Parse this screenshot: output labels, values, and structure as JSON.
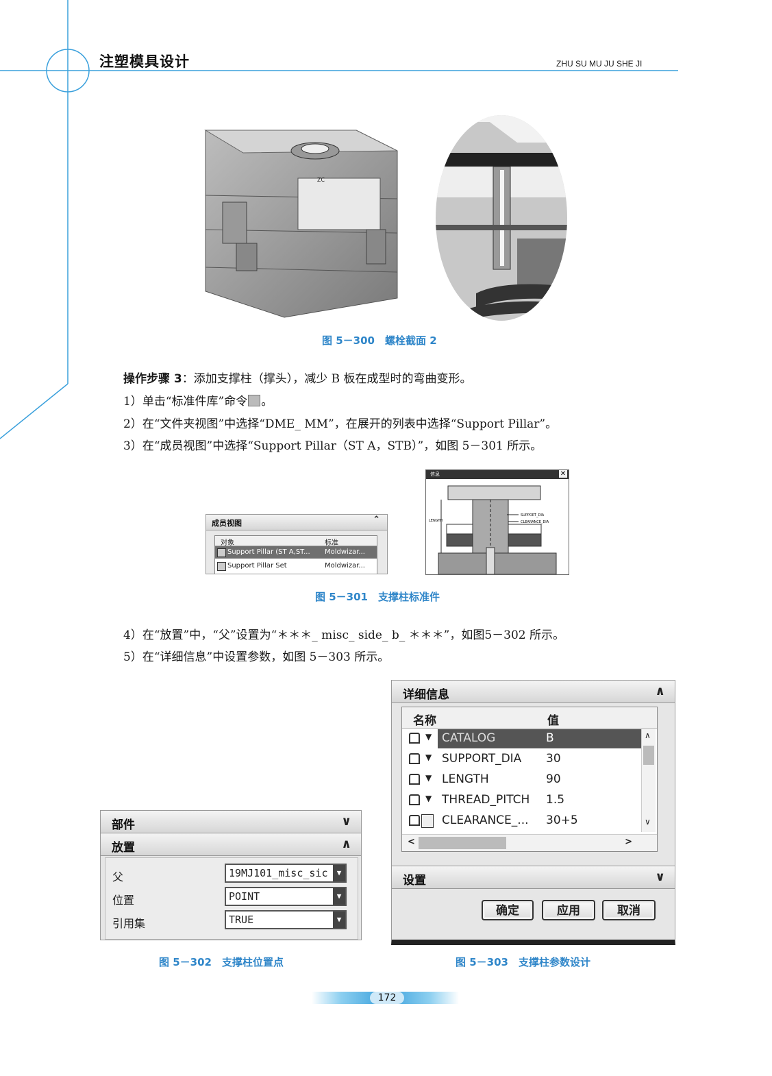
{
  "header": {
    "book_title": "注塑模具设计",
    "pinyin": "ZHU SU MU JU SHE JI"
  },
  "figure_300": {
    "caption": "图 5－300　螺栓截面 2",
    "zc_label": "ZC"
  },
  "steps": {
    "step3_label": "操作步骤 3",
    "step3_text": "：添加支撑柱（撑头），减少 B 板在成型时的弯曲变形。",
    "line1": "1）单击“标准件库”命令",
    "line1_end": "。",
    "line2": "2）在“文件夹视图”中选择“DME_ MM”，在展开的列表中选择“Support Pillar”。",
    "line3": "3）在“成员视图”中选择“Support Pillar（ST A，STB）”，如图 5－301 所示。",
    "line4": "4）在“放置”中，“父”设置为“＊＊＊_ misc_ side_ b_ ＊＊＊”，如图5－302 所示。",
    "line5": "5）在“详细信息”中设置参数，如图 5－303 所示。"
  },
  "figure_301": {
    "caption": "图 5－301　支撑柱标准件",
    "member_view": {
      "title": "成员视图",
      "col_object": "对象",
      "col_standard": "标准",
      "rows": [
        {
          "object": "Support Pillar (ST A,ST...",
          "standard": "Moldwizar..."
        },
        {
          "object": "Support Pillar Set",
          "standard": "Moldwizar..."
        }
      ]
    },
    "diagram": {
      "title": "信息",
      "length_label": "LENGTH",
      "support_dia_label": "SUPPORT_DIA",
      "clearance_dia_label": "CLEARANCE_DIA"
    }
  },
  "figure_302": {
    "caption": "图 5－302　支撑柱位置点",
    "section_part": "部件",
    "section_placement": "放置",
    "fields": [
      {
        "label": "父",
        "value": "19MJ101_misc_sic"
      },
      {
        "label": "位置",
        "value": "POINT"
      },
      {
        "label": "引用集",
        "value": "TRUE"
      }
    ]
  },
  "figure_303": {
    "caption": "图 5－303　支撑柱参数设计",
    "section_details": "详细信息",
    "col_name": "名称",
    "col_value": "值",
    "rows": [
      {
        "name": "CATALOG",
        "value": "B"
      },
      {
        "name": "SUPPORT_DIA",
        "value": "30"
      },
      {
        "name": "LENGTH",
        "value": "90"
      },
      {
        "name": "THREAD_PITCH",
        "value": "1.5"
      },
      {
        "name": "CLEARANCE_...",
        "value": "30+5"
      }
    ],
    "section_settings": "设置",
    "btn_ok": "确定",
    "btn_apply": "应用",
    "btn_cancel": "取消"
  },
  "footer": {
    "page_number": "172"
  },
  "colors": {
    "accent": "#2f86c9",
    "decor_line": "#3aa0dc"
  }
}
